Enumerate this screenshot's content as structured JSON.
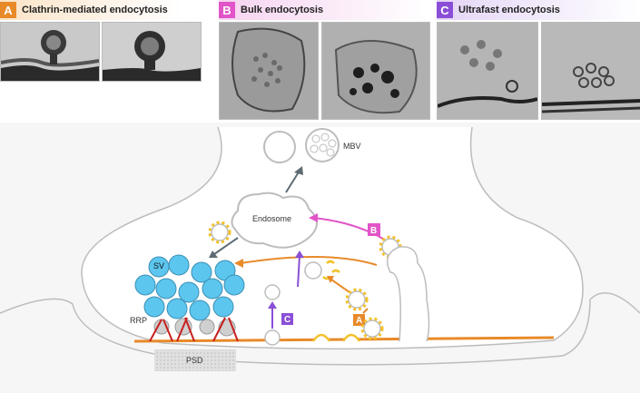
{
  "panels": [
    {
      "badge": "A",
      "title": "Clathrin-mediated endocytosis",
      "color": "#e88a2a"
    },
    {
      "badge": "B",
      "title": "Bulk endocytosis",
      "color": "#e155c8"
    },
    {
      "badge": "C",
      "title": "Ultrafast endocytosis",
      "color": "#8a4fd6"
    }
  ],
  "diagram": {
    "label_mbv": "MBV",
    "label_endosome": "Endosome",
    "label_sv": "SV",
    "label_rrp": "RRP",
    "label_psd": "PSD",
    "pathway_badges": {
      "a": "A",
      "b": "B",
      "c": "C"
    }
  },
  "colors": {
    "clathrin": "#e88a2a",
    "bulk": "#e155c8",
    "ultrafast": "#8a4fd6",
    "vesicle": "#5cc6ef",
    "membrane": "#bdbdbd",
    "arrow_gray": "#5d6b73",
    "active_zone": "#c8201e"
  }
}
